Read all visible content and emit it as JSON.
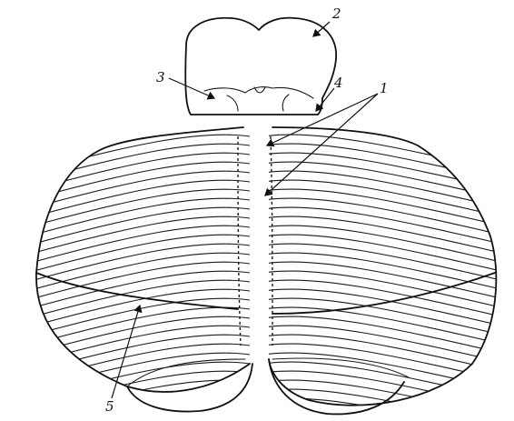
{
  "labels": [
    {
      "id": "label-1",
      "text": "1"
    },
    {
      "id": "label-2",
      "text": "2"
    },
    {
      "id": "label-3",
      "text": "3"
    },
    {
      "id": "label-4",
      "text": "4"
    },
    {
      "id": "label-5",
      "text": "5"
    }
  ],
  "stroke_color": "#111111",
  "background_color": "#ffffff"
}
